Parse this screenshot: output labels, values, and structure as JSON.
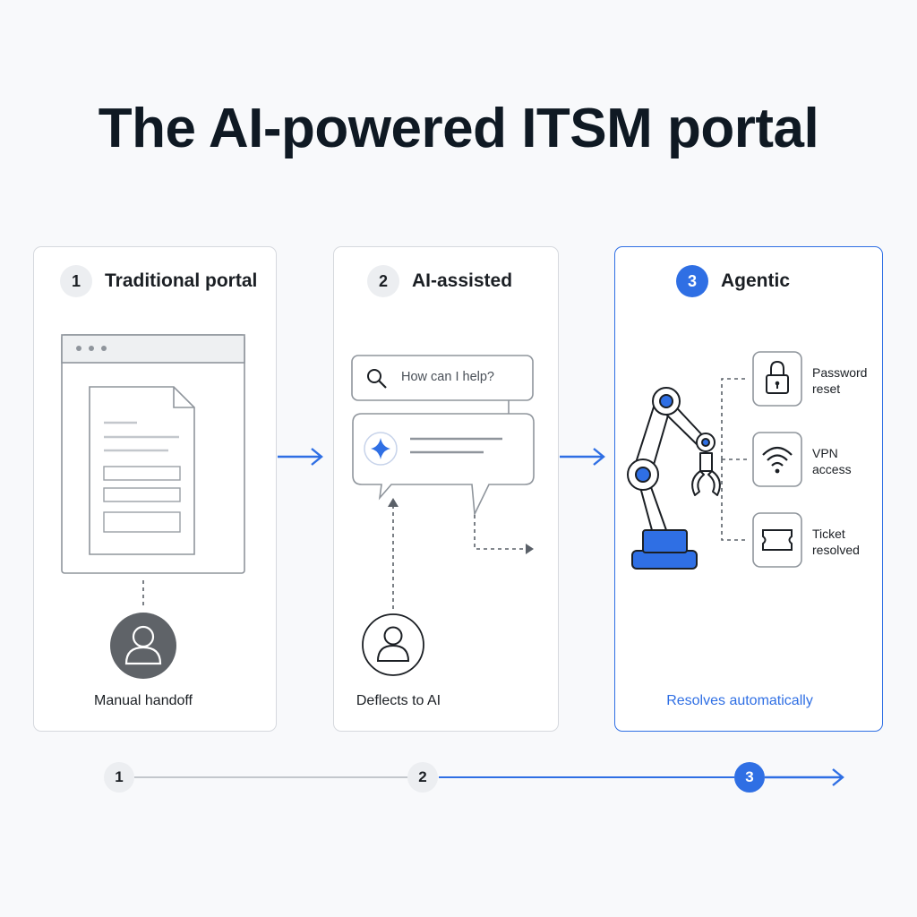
{
  "title": "The AI-powered ITSM portal",
  "panels": [
    {
      "number": "1",
      "title": "Traditional portal",
      "caption": "Manual handoff"
    },
    {
      "number": "2",
      "title": "AI-assisted",
      "caption": "Deflects to AI"
    },
    {
      "number": "3",
      "title": "Agentic",
      "caption": "Resolves automatically"
    }
  ],
  "search": {
    "placeholder": "How can I help?"
  },
  "tasks": [
    {
      "line1": "Password",
      "line2": "reset",
      "icon": "lock-icon"
    },
    {
      "line1": "VPN",
      "line2": "access",
      "icon": "wifi-icon"
    },
    {
      "line1": "Ticket",
      "line2": "resolved",
      "icon": "ticket-icon"
    }
  ],
  "timeline": [
    "1",
    "2",
    "3"
  ],
  "colors": {
    "accent": "#2f6fe4",
    "text": "#0f1923",
    "border": "#d6d9de",
    "muted": "#eceef1"
  }
}
